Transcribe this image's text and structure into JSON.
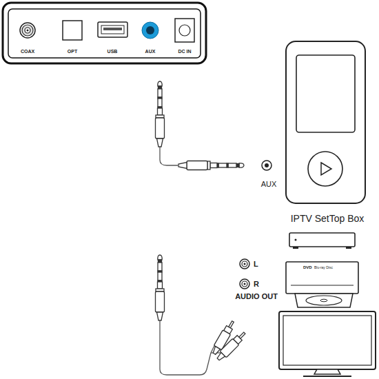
{
  "diagram": {
    "labels": [
      "COAX",
      "OPT",
      "USB",
      "AUX",
      "DC IN",
      "AUX",
      "IPTV SetTop Box",
      "L",
      "R",
      "AUDIO OUT",
      "DVD",
      "Blu-ray Disc"
    ]
  }
}
